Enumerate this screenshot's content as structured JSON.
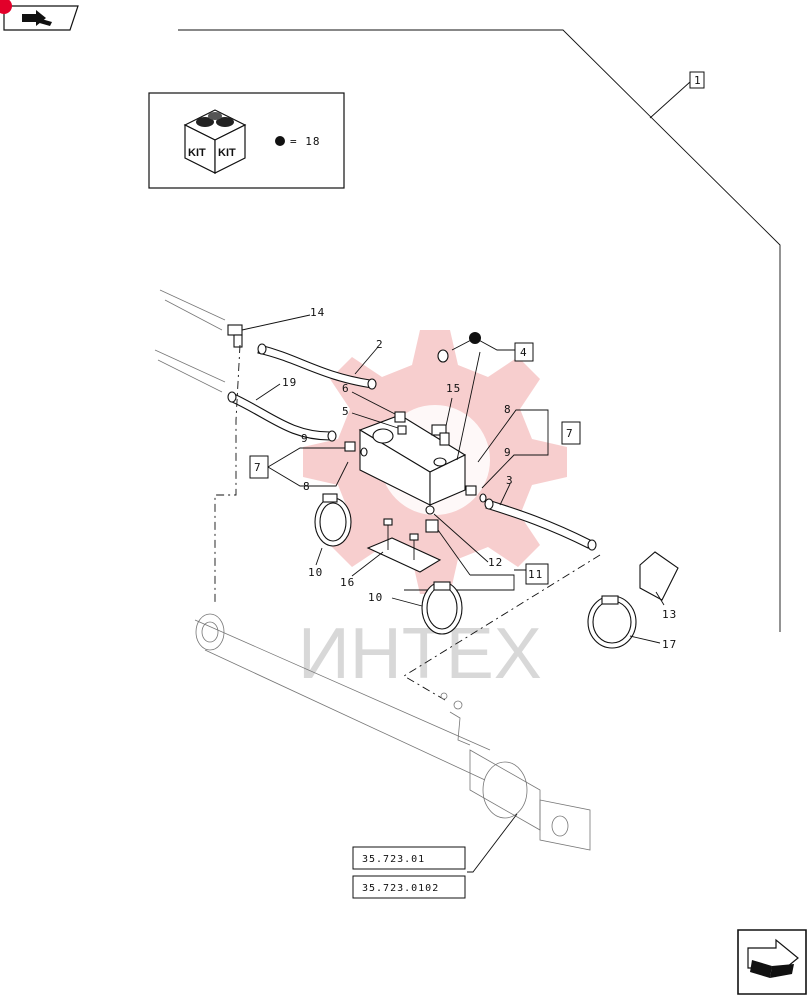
{
  "diagram": {
    "kit_legend": {
      "kit_text_1": "KIT",
      "kit_text_2": "KIT",
      "dot_note": "= 18"
    },
    "watermark": "ИНТЕХ",
    "callouts": {
      "c1": "1",
      "c2": "2",
      "c3": "3",
      "c4": "4",
      "c5": "5",
      "c6": "6",
      "c7a": "7",
      "c7b": "7",
      "c8a": "8",
      "c8b": "8",
      "c9a": "9",
      "c9b": "9",
      "c10a": "10",
      "c10b": "10",
      "c11": "11",
      "c12": "12",
      "c13": "13",
      "c14": "14",
      "c15": "15",
      "c16": "16",
      "c17": "17",
      "c19": "19"
    },
    "references": [
      "35.723.01",
      "35.723.0102"
    ]
  },
  "colors": {
    "line": "#111111",
    "watermark_red": "#f0a5a5",
    "watermark_grey": "#d8d8d8"
  },
  "icons": {
    "top_left": "book-arrow-icon",
    "bottom_right": "next-page-arrow-icon"
  }
}
